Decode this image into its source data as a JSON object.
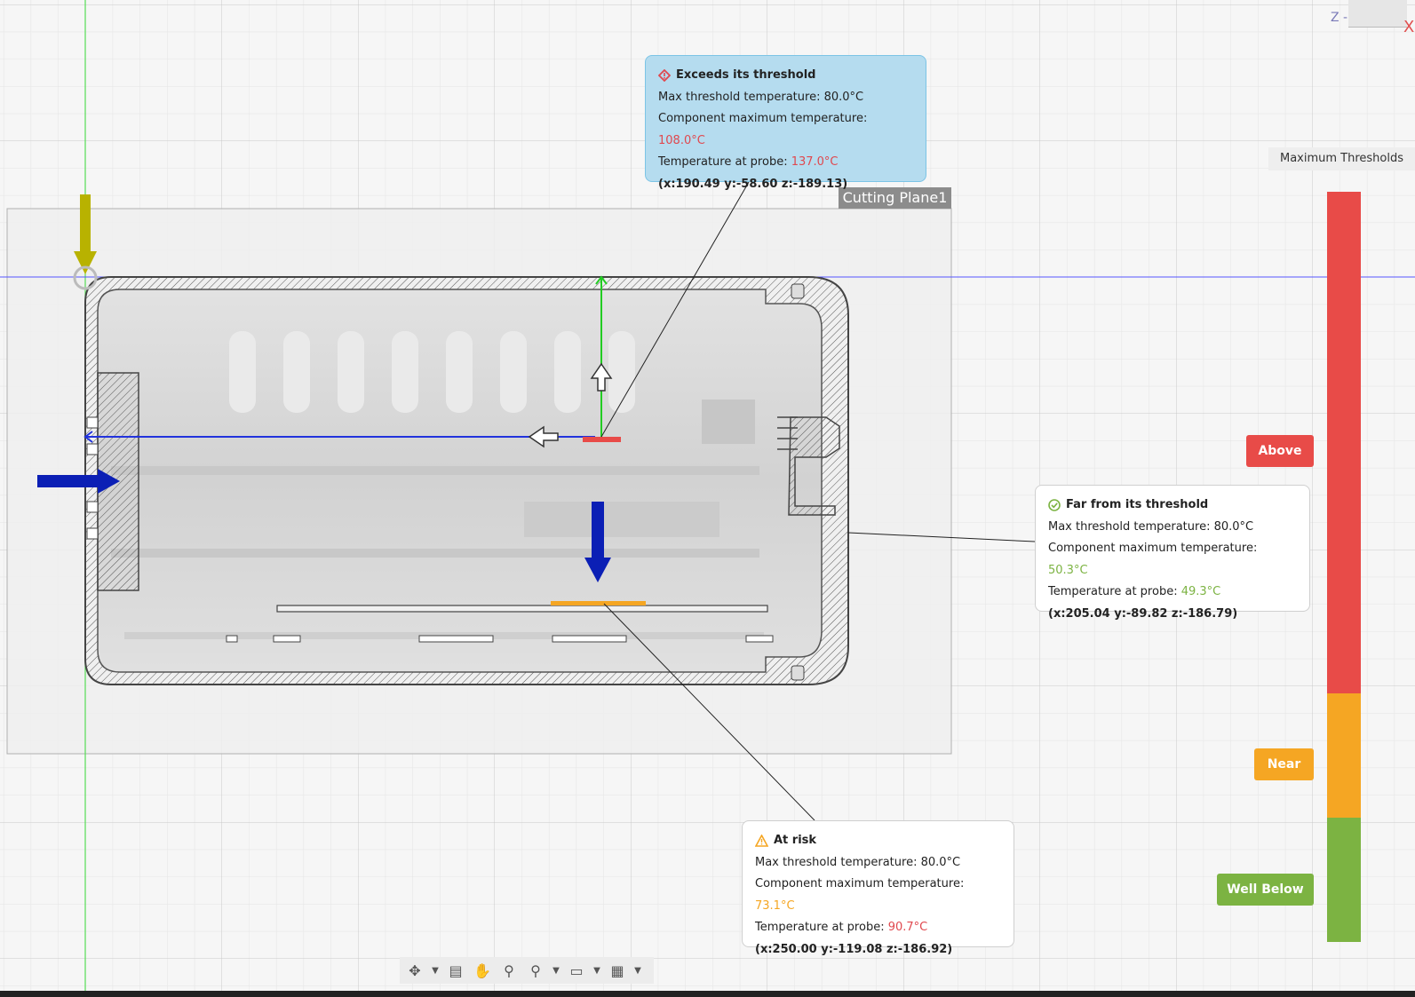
{
  "viewport": {
    "cutting_plane_label": "Cutting Plane1",
    "viewcube_axis_label": "Z -",
    "viewcube_x_label": "X"
  },
  "probes": {
    "exceeds": {
      "title": "Exceeds its threshold",
      "max_label": "Max threshold temperature:",
      "max_value": "80.0°C",
      "comp_label": "Component maximum temperature:",
      "comp_value": "108.0°C",
      "probe_label": "Temperature at probe:",
      "probe_value": "137.0°C",
      "coords": "(x:190.49 y:-58.60 z:-189.13)",
      "status_color": "#e0484e"
    },
    "far": {
      "title": "Far from its threshold",
      "max_label": "Max threshold temperature:",
      "max_value": "80.0°C",
      "comp_label": "Component maximum temperature:",
      "comp_value": "50.3°C",
      "probe_label": "Temperature at probe:",
      "probe_value": "49.3°C",
      "coords": "(x:205.04 y:-89.82 z:-186.79)",
      "status_color": "#7cb342"
    },
    "risk": {
      "title": "At risk",
      "max_label": "Max threshold temperature:",
      "max_value": "80.0°C",
      "comp_label": "Component maximum temperature:",
      "comp_value": "73.1°C",
      "probe_label": "Temperature at probe:",
      "probe_value": "90.7°C",
      "coords": "(x:250.00 y:-119.08 z:-186.92)",
      "status_color": "#f5a623"
    }
  },
  "legend": {
    "title": "Maximum Thresholds",
    "above": "Above",
    "near": "Near",
    "well_below": "Well Below",
    "colors": {
      "above": "#e84b48",
      "near": "#f5a623",
      "well_below": "#7cb342"
    }
  },
  "toolbar": {
    "icons": [
      "orbit-icon",
      "look-at-icon",
      "pan-icon",
      "zoom-icon",
      "fit-icon",
      "display-settings-icon",
      "grid-settings-icon"
    ]
  }
}
